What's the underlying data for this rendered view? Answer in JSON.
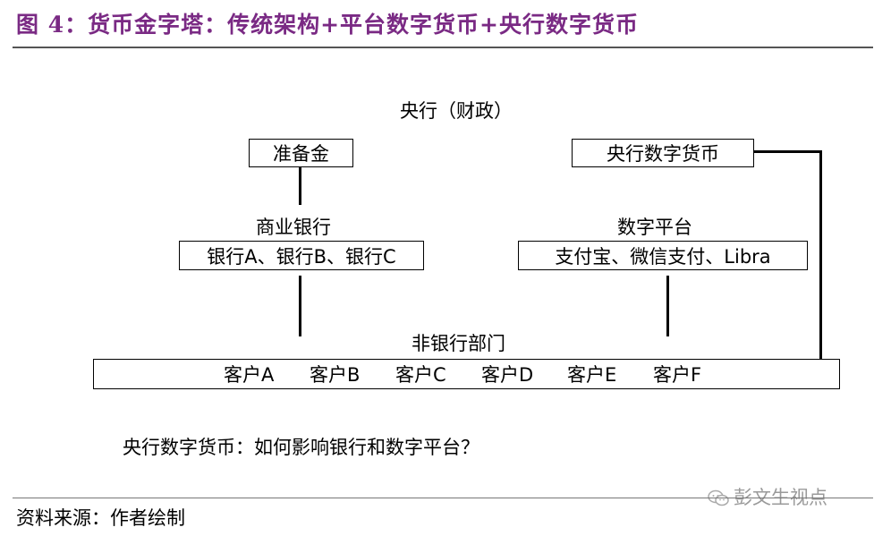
{
  "title": "图 4：货币金字塔：传统架构+平台数字货币+央行数字货币",
  "central_bank_label": "央行（财政）",
  "reserve_box": "准备金",
  "cbdc_box": "央行数字货币",
  "commercial_banks_label": "商业银行",
  "banks_box": "银行A、银行B、银行C",
  "digital_platform_label": "数字平台",
  "platforms_box": "支付宝、微信支付、Libra",
  "non_bank_label": "非银行部门",
  "customers": [
    "客户A",
    "客户B",
    "客户C",
    "客户D",
    "客户E",
    "客户F"
  ],
  "question": "央行数字货币：如何影响银行和数字平台？",
  "source": "资料来源：作者绘制",
  "watermark": "彭文生视点"
}
